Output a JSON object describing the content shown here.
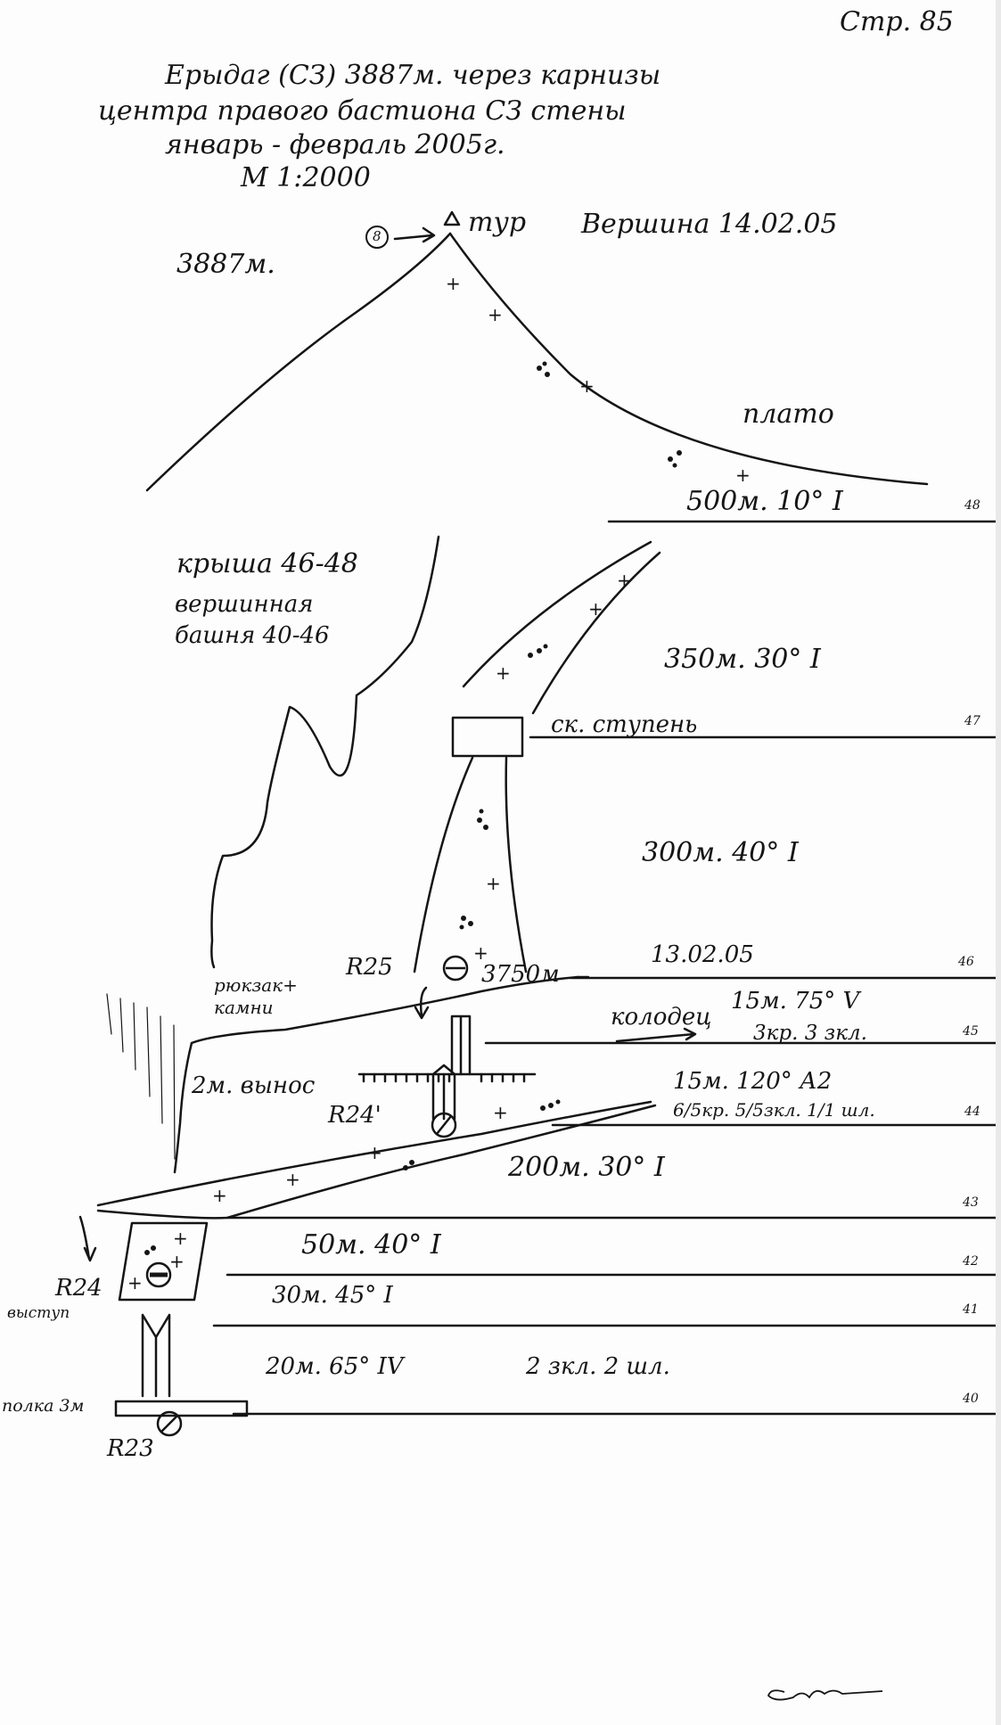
{
  "page_number": "Стр. 85",
  "title": {
    "line1": "Ерыдаг (СЗ) 3887м. через карнизы",
    "line2": "центра правого бастиона СЗ стены",
    "line3": "январь - февраль 2005г.",
    "line4": "М 1:2000"
  },
  "summit": {
    "marker": "8",
    "cairn": "тур",
    "summit_text": "Вершина 14.02.05",
    "altitude": "3887м."
  },
  "labels": {
    "plateau": "плато",
    "roof": "крыша 46-48",
    "tower1": "вершинная",
    "tower2": "башня 40-46",
    "rock_step": "ск. ступень",
    "date2": "13.02.05",
    "alt3750": "3750м",
    "pack1": "рюкзак+",
    "pack2": "камни",
    "chimney": "колодец",
    "overhang": "2м. вынос",
    "ledge": "выступ",
    "shelf": "полка 3м",
    "R25": "R25",
    "R24p": "R24'",
    "R24": "R24",
    "R23": "R23"
  },
  "sections": [
    {
      "text": "500м. 10° I",
      "num": "48"
    },
    {
      "text": "350м. 30° I",
      "num": "47"
    },
    {
      "text": "300м. 40° I",
      "num": "46"
    },
    {
      "text": "15м. 75° V",
      "sub": "3кр. 3 зкл.",
      "num": "45"
    },
    {
      "text": "15м. 120° А2",
      "sub": "6/5кр. 5/5зкл. 1/1 шл.",
      "num": "44"
    },
    {
      "text": "200м. 30° I",
      "num": "43"
    },
    {
      "text": "50м. 40° I",
      "num": "42"
    },
    {
      "text": "30м. 45° I",
      "num": "41"
    },
    {
      "text": "20м. 65° IV",
      "sub": "2 зкл. 2 шл.",
      "num": "40"
    }
  ],
  "signature": "signature"
}
